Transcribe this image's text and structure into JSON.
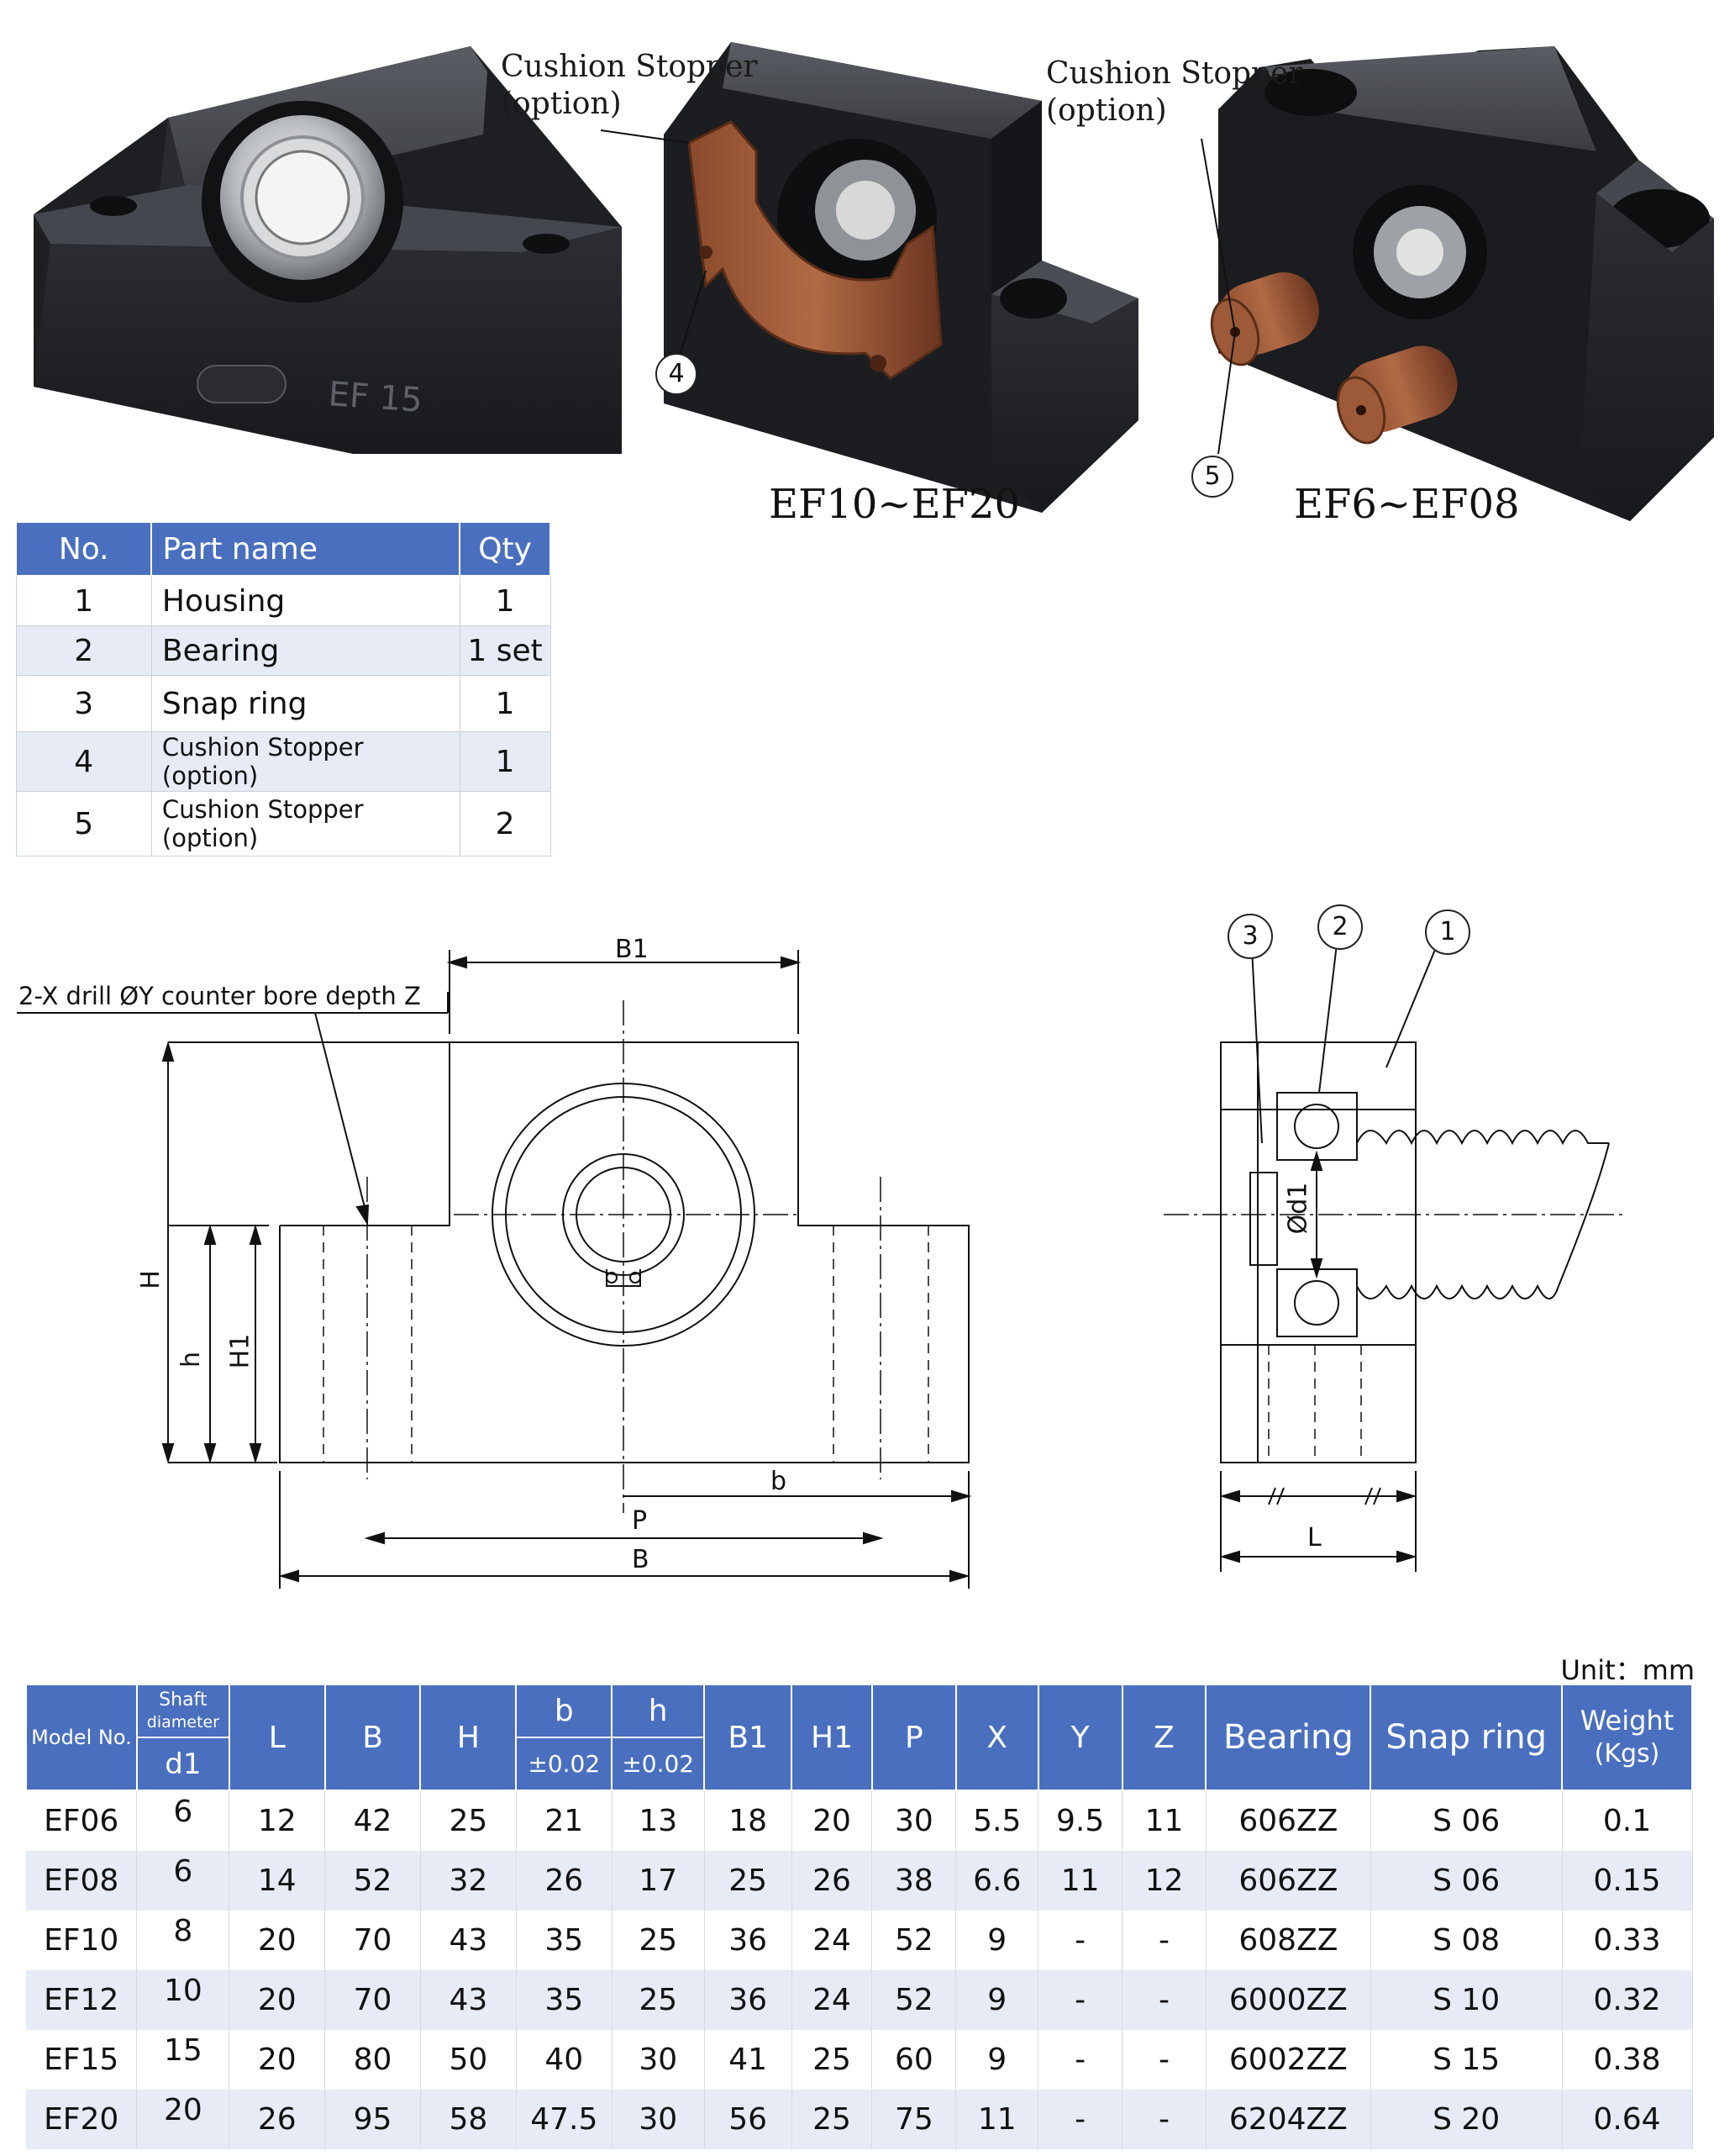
{
  "photos": {
    "callout_a": [
      "Cushion Stopper",
      "(option)"
    ],
    "callout_b": [
      "Cushion Stopper",
      "(option)"
    ],
    "engraving": "EF 15",
    "num_4": "4",
    "num_5": "5",
    "caption_a": "EF10~EF20",
    "caption_b": "EF6~EF08"
  },
  "parts_table": {
    "headers": [
      "No.",
      "Part name",
      "Qty"
    ],
    "rows": [
      [
        "1",
        "Housing",
        "1"
      ],
      [
        "2",
        "Bearing",
        "1 set"
      ],
      [
        "3",
        "Snap ring",
        "1"
      ],
      [
        "4",
        "Cushion Stopper (option)",
        "1"
      ],
      [
        "5",
        "Cushion Stopper (option)",
        "2"
      ]
    ]
  },
  "drawing": {
    "note": "2-X drill ØY counter bore depth Z",
    "B1": "B1",
    "H": "H",
    "h": "h",
    "H1": "H1",
    "b": "b",
    "P": "P",
    "B": "B",
    "L": "L",
    "d1": "Ød1",
    "n1": "1",
    "n2": "2",
    "n3": "3"
  },
  "spec_table": {
    "unit": "Unit：mm",
    "headers": {
      "model": "Model No.",
      "shaft": [
        "Shaft",
        "diameter"
      ],
      "d1": "d1",
      "L": "L",
      "B": "B",
      "H": "H",
      "b": "b",
      "b_tol": "±0.02",
      "h": "h",
      "h_tol": "±0.02",
      "B1": "B1",
      "H1": "H1",
      "P": "P",
      "X": "X",
      "Y": "Y",
      "Z": "Z",
      "bearing": "Bearing",
      "snap": "Snap ring",
      "weight": [
        "Weight",
        "(Kgs)"
      ]
    },
    "rows": [
      [
        "EF06",
        "6",
        "12",
        "42",
        "25",
        "21",
        "13",
        "18",
        "20",
        "30",
        "5.5",
        "9.5",
        "11",
        "606ZZ",
        "S 06",
        "0.1"
      ],
      [
        "EF08",
        "6",
        "14",
        "52",
        "32",
        "26",
        "17",
        "25",
        "26",
        "38",
        "6.6",
        "11",
        "12",
        "606ZZ",
        "S 06",
        "0.15"
      ],
      [
        "EF10",
        "8",
        "20",
        "70",
        "43",
        "35",
        "25",
        "36",
        "24",
        "52",
        "9",
        "-",
        "-",
        "608ZZ",
        "S 08",
        "0.33"
      ],
      [
        "EF12",
        "10",
        "20",
        "70",
        "43",
        "35",
        "25",
        "36",
        "24",
        "52",
        "9",
        "-",
        "-",
        "6000ZZ",
        "S 10",
        "0.32"
      ],
      [
        "EF15",
        "15",
        "20",
        "80",
        "50",
        "40",
        "30",
        "41",
        "25",
        "60",
        "9",
        "-",
        "-",
        "6002ZZ",
        "S 15",
        "0.38"
      ],
      [
        "EF20",
        "20",
        "26",
        "95",
        "58",
        "47.5",
        "30",
        "56",
        "25",
        "75",
        "11",
        "-",
        "-",
        "6204ZZ",
        "S 20",
        "0.64"
      ]
    ]
  }
}
